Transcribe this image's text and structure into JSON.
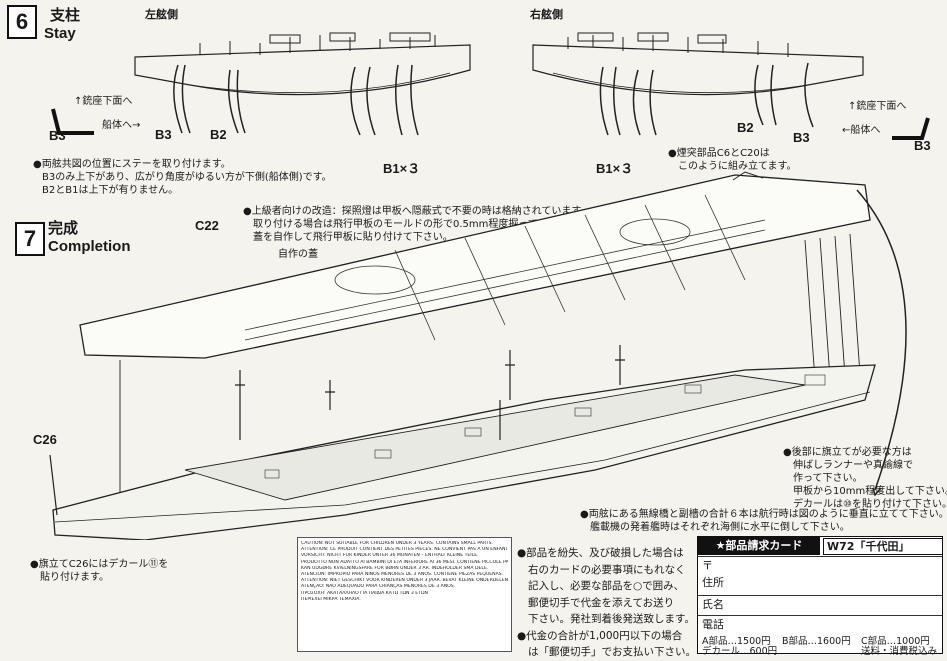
{
  "step6": {
    "number": "6",
    "title_jp": "支柱",
    "title_en": "Stay",
    "left_side_label": "左舷側",
    "right_side_label": "右舷側",
    "inset_left": {
      "top_label": "↑銃座下面へ",
      "hull_label": "船体へ→",
      "part": "B3"
    },
    "inset_right": {
      "top_label": "↑銃座下面へ",
      "hull_label": "←船体へ",
      "part": "B3"
    },
    "labels": {
      "b3_left": "B3",
      "b2_left": "B2",
      "b1_left": "B1×３",
      "b1_right": "B1×３",
      "b2_right": "B2",
      "b3_right": "B3"
    },
    "note_lines": [
      "●両舷共図の位置にステーを取り付けます。",
      "B3のみ上下があり、広がり角度がゆるい方が下側(船体側)です。",
      "B2とB1は上下が有りません。"
    ],
    "chimney_note": [
      "●煙突部品C6とC20は",
      "このように組み立てます。"
    ]
  },
  "step7": {
    "number": "7",
    "title_jp": "完成",
    "title_en": "Completion",
    "c22": "C22",
    "c26": "C26",
    "homemade_lid": "自作の蓋",
    "top_note": [
      "●上級者向けの改造：探照燈は甲板へ隠蔽式で不要の時は格納されています。",
      "取り付ける場合は飛行甲板のモールドの形で0.5mm程度掘って、",
      "蓋を自作して飛行甲板に貼り付けて下さい。"
    ],
    "flagstaff_note": [
      "●後部に旗立てが必要な方は",
      "伸ばしランナーや真鍮線で",
      "作って下さい。",
      "甲板から10mm程度出して下さい。",
      "デカールは⑩を貼り付けて下さい。"
    ],
    "mast_note": [
      "●両舷にある無線橋と副檣の合計６本は航行時は図のように垂直に立てて下さい。",
      "艦載機の発着艦時はそれぞれ海側に水平に倒して下さい。"
    ],
    "c26_note": [
      "●旗立てC26にはデカール⑪を",
      "貼り付けます。"
    ]
  },
  "warning_lines": [
    "CAUTION: NOT SUITABLE FOR CHILDREN UNDER 3 YEARS. CONTAINS SMALL PARTS.",
    "ATTENTION: CE PRODUIT CONTIENT DES PETITES PIÈCES. NE CONVIENT PAS À UN ENFANT DE MOINS DE 36 MOIS.",
    "VORSICHT: NICHT FÜR KINDER UNTER 36 MONATEN – ENTHÄLT KLEINE TEILE.",
    "PRODOTTO NON ADATTO AI BAMBINI DI ETÀ INFERIORE AI 36 MESI. CONTIENE PICCOLE PARTI.",
    "KAN UDGØRE KVÆLNINGSFARE FOR BØRN UNDER 3 ÅR. INDEHOLDER SMÅ DELE.",
    "ATENCIÓN: IMPROPIO PARA NIÑOS MENORES DE 3 AÑOS. CONTIENE PIEZAS PEQUEÑAS.",
    "ATTENTION: NIET GESCHIKT VOOR KINDEREN ONDER 3 JAAR. BEVAT KLEINE ONDERDELEN.",
    "ATENÇÃO: NÃO ADEQUADO PARA CRIANÇAS MENORES DE 3 ANOS.",
    "ΠΡΟΣΟΧΗ: ΑΚΑΤΑΛΛΗΛΟ ΓΙΑ ΠΑΙΔΙΑ ΚΑΤΩ ΤΩΝ 3 ΕΤΩΝ",
    "ΠΕΡΙΕΧΕΙ ΜΙΚΡΑ ΤΕΜΑΧΙΑ."
  ],
  "parts_notice": [
    "●部品を紛失、及び破損した場合は",
    "右のカードの必要事項にもれなく",
    "記入し、必要な部品を○で囲み、",
    "郵便切手で代金を添えてお送り",
    "下さい。発社到着後発送致します。",
    "●代金の合計が1,000円以下の場合",
    "は「郵便切手」でお支払い下さい。"
  ],
  "order_card": {
    "header": "★部品請求カード",
    "model": "W72「千代田」",
    "postal_mark": "〒",
    "address": "住所",
    "name": "氏名",
    "phone": "電話",
    "prices": [
      "A部品…1500円",
      "B部品…1600円",
      "C部品…1000円",
      "デカール…600円",
      "送料・消費税込み"
    ]
  }
}
